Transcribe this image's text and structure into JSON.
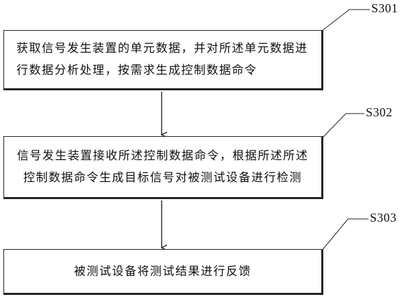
{
  "steps": [
    {
      "id": "S301",
      "lines": [
        "获取信号发生装置的单元数据，并对所述单元数据进",
        "行数据分析处理，按需求生成控制数据命令"
      ]
    },
    {
      "id": "S302",
      "lines": [
        "信号发生装置接收所述控制数据命令，根据所述所述",
        "控制数据命令生成目标信号对被测试设备进行检测"
      ]
    },
    {
      "id": "S303",
      "lines": [
        "被测试设备将测试结果进行反馈"
      ]
    }
  ],
  "colors": {
    "line": "#222222",
    "text": "#111111",
    "background": "#ffffff"
  }
}
